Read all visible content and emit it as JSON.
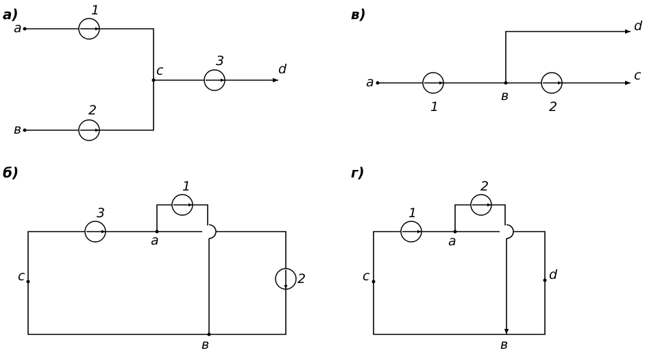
{
  "diagrams": {
    "a": {
      "title": "а)",
      "nodes": {
        "a": "a",
        "b": "в",
        "c": "c",
        "d": "d"
      },
      "pumps": {
        "p1": "1",
        "p2": "2",
        "p3": "3"
      }
    },
    "b": {
      "title": "б)",
      "nodes": {
        "a": "a",
        "b": "в",
        "c": "c"
      },
      "pumps": {
        "p1": "1",
        "p2": "2",
        "p3": "3"
      }
    },
    "v": {
      "title": "в)",
      "nodes": {
        "a": "a",
        "b": "в",
        "c": "c",
        "d": "d"
      },
      "pumps": {
        "p1": "1",
        "p2": "2"
      }
    },
    "g": {
      "title": "г)",
      "nodes": {
        "a": "a",
        "b": "в",
        "c": "c",
        "d": "d"
      },
      "pumps": {
        "p1": "1",
        "p2": "2"
      }
    }
  }
}
